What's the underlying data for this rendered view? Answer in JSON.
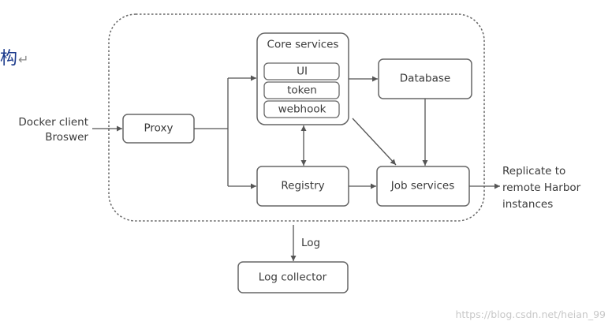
{
  "fragment": {
    "char": "构",
    "return_mark": "↵"
  },
  "diagram": {
    "client": [
      "Docker client",
      "Broswer"
    ],
    "proxy": "Proxy",
    "core": {
      "title": "Core services",
      "items": [
        "UI",
        "token",
        "webhook"
      ]
    },
    "database": "Database",
    "registry": "Registry",
    "job_services": "Job services",
    "replicate": [
      "Replicate to",
      "remote Harbor",
      "instances"
    ],
    "log": "Log",
    "log_collector": "Log collector"
  },
  "watermark": "https://blog.csdn.net/heian_99"
}
